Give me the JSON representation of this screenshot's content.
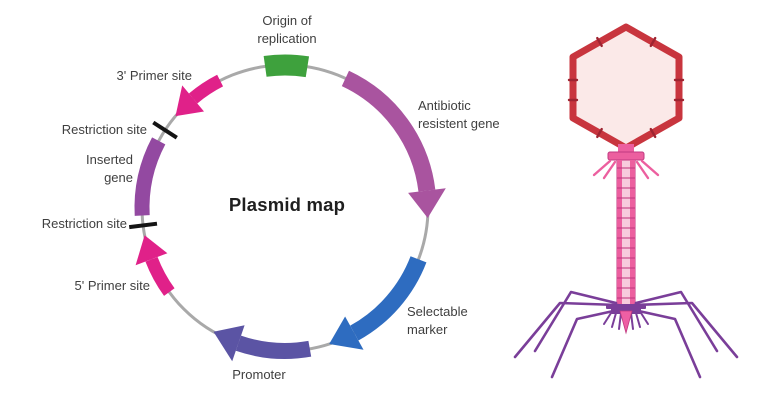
{
  "plasmid": {
    "title": "Plasmid map",
    "ring_color": "#a9a9a9",
    "segments": [
      {
        "id": "origin",
        "label": "Origin of replication",
        "color": "#3ea13d",
        "shape": "block"
      },
      {
        "id": "antibiotic",
        "label": "Antibiotic resistent gene",
        "color": "#a9549f",
        "shape": "arrow-clockwise"
      },
      {
        "id": "selectable",
        "label": "Selectable marker",
        "color": "#2e6cc0",
        "shape": "arrow-clockwise"
      },
      {
        "id": "promoter",
        "label": "Promoter",
        "color": "#5b54a4",
        "shape": "arrow-clockwise"
      },
      {
        "id": "primer5",
        "label": "5' Primer site",
        "color": "#e02189",
        "shape": "arrow-clockwise"
      },
      {
        "id": "restriction-lower",
        "label": "Restriction site",
        "color": "#141414",
        "shape": "tick"
      },
      {
        "id": "inserted",
        "label": "Inserted gene",
        "color": "#9349a1",
        "shape": "block"
      },
      {
        "id": "restriction-upper",
        "label": "Restriction site",
        "color": "#141414",
        "shape": "tick"
      },
      {
        "id": "primer3",
        "label": "3' Primer site",
        "color": "#e02189",
        "shape": "arrow-counterclockwise"
      }
    ]
  },
  "phage": {
    "name": "bacteriophage",
    "colors": {
      "head_stroke": "#c8353e",
      "head_fill": "#fbe9e8",
      "head_tick": "#9e2431",
      "tail_outer": "#ec5f9f",
      "tail_light": "#f8cbdd",
      "tail_line": "#c13a80",
      "fiber": "#7a3e99",
      "spike": "#ee5fa4"
    }
  }
}
